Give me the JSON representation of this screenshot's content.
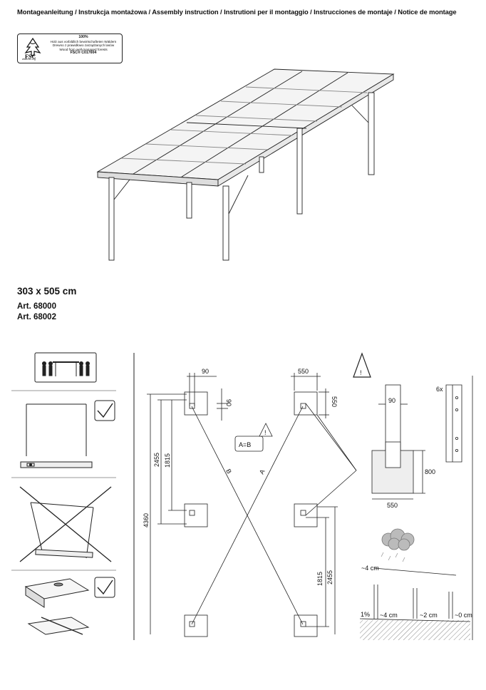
{
  "header": {
    "title": "Montageanleitung / Instrukcja montażowa / Assembly instruction / Instrutioni per il montaggio / Instrucciones de montaje / Notice de montage"
  },
  "fsc": {
    "percent": "100%",
    "line_de": "Holz aus vorbildlich bewirtschafteten Wäldern",
    "line_pl": "Drewno z prawidłowo zarządzanych lasów",
    "line_en": "Wood from well-managed forests",
    "code": "FSC® C017604",
    "logo_text": "FSC",
    "logo_url": "www.fsc.org"
  },
  "product": {
    "size": "303 x 505 cm",
    "articles": [
      "Art. 68000",
      "Art. 68002"
    ]
  },
  "plan": {
    "dim_90_top": "90",
    "dim_90_side": "90",
    "dim_550_top": "550",
    "dim_550_side": "550",
    "dim_2455_left": "2455",
    "dim_1815_left": "1815",
    "dim_4360": "4360",
    "dim_1815_right": "1815",
    "dim_2455_right": "2455",
    "label_b": "B",
    "label_a": "A",
    "equation": "A=B",
    "warning": "!"
  },
  "detail": {
    "dim_90": "90",
    "dim_800": "800",
    "dim_550": "550",
    "qty": "6x",
    "warning": "!",
    "slope_4cm": "~4 cm",
    "slope_pct": "1%",
    "gap_4cm": "~4 cm",
    "gap_2cm": "~2 cm",
    "gap_0cm": "~0 cm"
  }
}
